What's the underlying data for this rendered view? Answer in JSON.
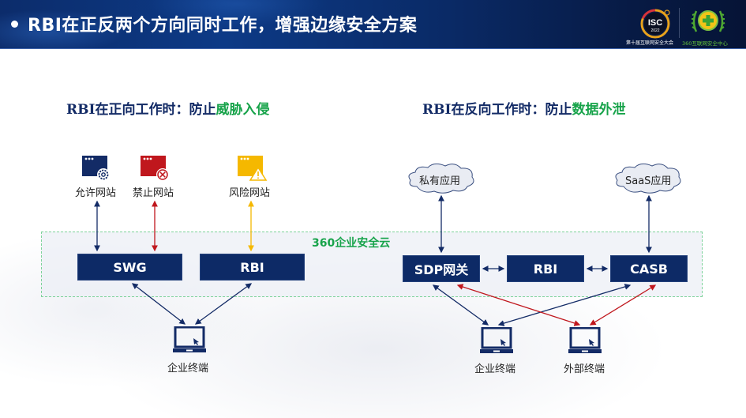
{
  "header": {
    "title": "RBI在正反两个方向同时工作，增强边缘安全方案",
    "logos": {
      "isc": {
        "mark": "ISC",
        "year": "2022",
        "caption": "第十届互联网安全大会"
      },
      "org": {
        "caption": "360互联网安全中心"
      }
    }
  },
  "left": {
    "title_prefix": "RBI",
    "title_mid": "在正向工作时：防止",
    "title_highlight": "威胁入侵",
    "sites": [
      {
        "label": "允许网站",
        "icon": "allowed-site-icon",
        "color": "#132b66"
      },
      {
        "label": "禁止网站",
        "icon": "blocked-site-icon",
        "color": "#c0171d"
      },
      {
        "label": "风险网站",
        "icon": "risk-site-icon",
        "color": "#f5b800"
      }
    ],
    "boxes": [
      "SWG",
      "RBI"
    ],
    "terminal": {
      "label": "企业终端",
      "icon": "laptop-icon"
    }
  },
  "cloud": {
    "label": "360企业安全云",
    "border_color": "#7dd39a"
  },
  "right": {
    "title_prefix": "RBI",
    "title_mid": "在反向工作时：防止",
    "title_highlight": "数据外泄",
    "clouds": [
      {
        "label": "私有应用",
        "icon": "cloud-icon"
      },
      {
        "label": "SaaS应用",
        "icon": "cloud-icon"
      }
    ],
    "boxes": [
      "SDP网关",
      "RBI",
      "CASB"
    ],
    "terminals": [
      {
        "label": "企业终端",
        "icon": "laptop-icon"
      },
      {
        "label": "外部终端",
        "icon": "laptop-icon"
      }
    ]
  },
  "colors": {
    "navy": "#0d2a66",
    "red": "#c0171d",
    "yellow": "#f5b800",
    "green": "#17a34a"
  }
}
